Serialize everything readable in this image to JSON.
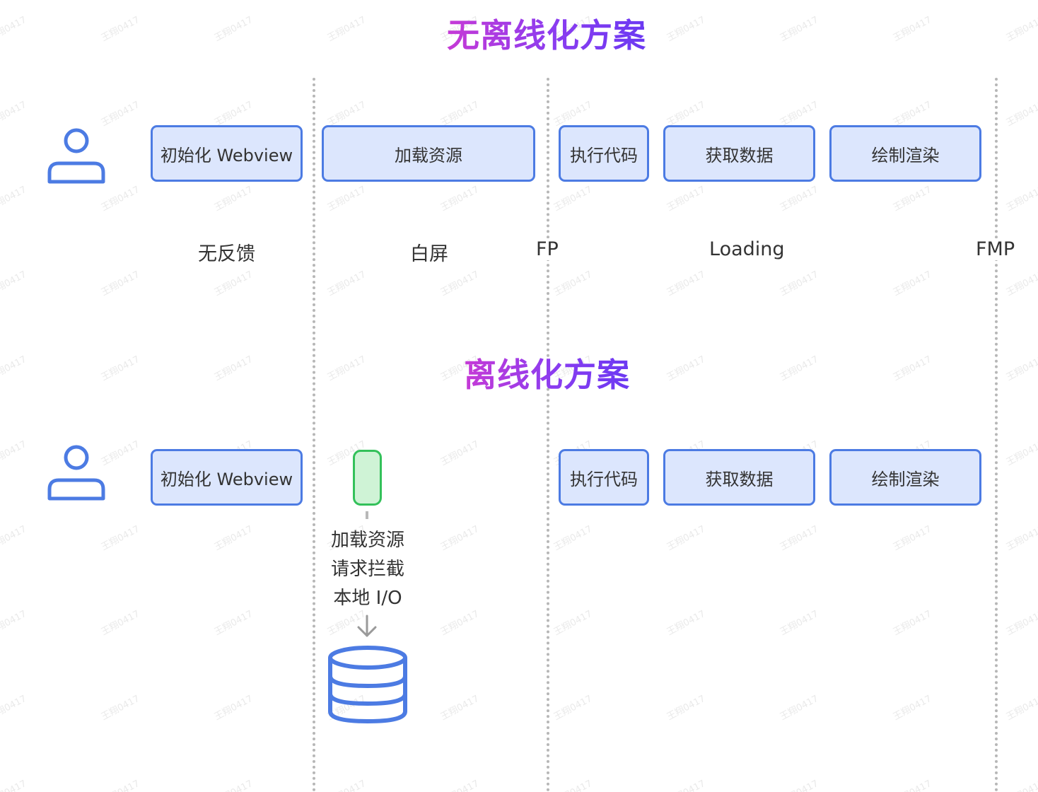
{
  "titles": {
    "without_offline": "无离线化方案",
    "with_offline": "离线化方案"
  },
  "without_offline": {
    "stages": [
      "初始化 Webview",
      "加载资源",
      "执行代码",
      "获取数据",
      "绘制渲染"
    ],
    "feedback_labels": [
      "无反馈",
      "白屏",
      "Loading"
    ],
    "milestones": [
      "FP",
      "FMP"
    ]
  },
  "with_offline": {
    "stages": [
      "初始化 Webview",
      "执行代码",
      "获取数据",
      "绘制渲染"
    ],
    "intercept_lines": [
      "加载资源",
      "请求拦截",
      "本地 I/O"
    ]
  },
  "watermark_text": "王翔0417",
  "colors": {
    "stage_fill": "#dce6fd",
    "stage_border": "#4c7be3",
    "cache_fill": "#cff3d6",
    "cache_border": "#33c15a",
    "title_gradient": [
      "#c63ad6",
      "#6b39f2"
    ]
  },
  "icons": [
    "user-icon",
    "arrow-down-icon",
    "database-icon"
  ]
}
